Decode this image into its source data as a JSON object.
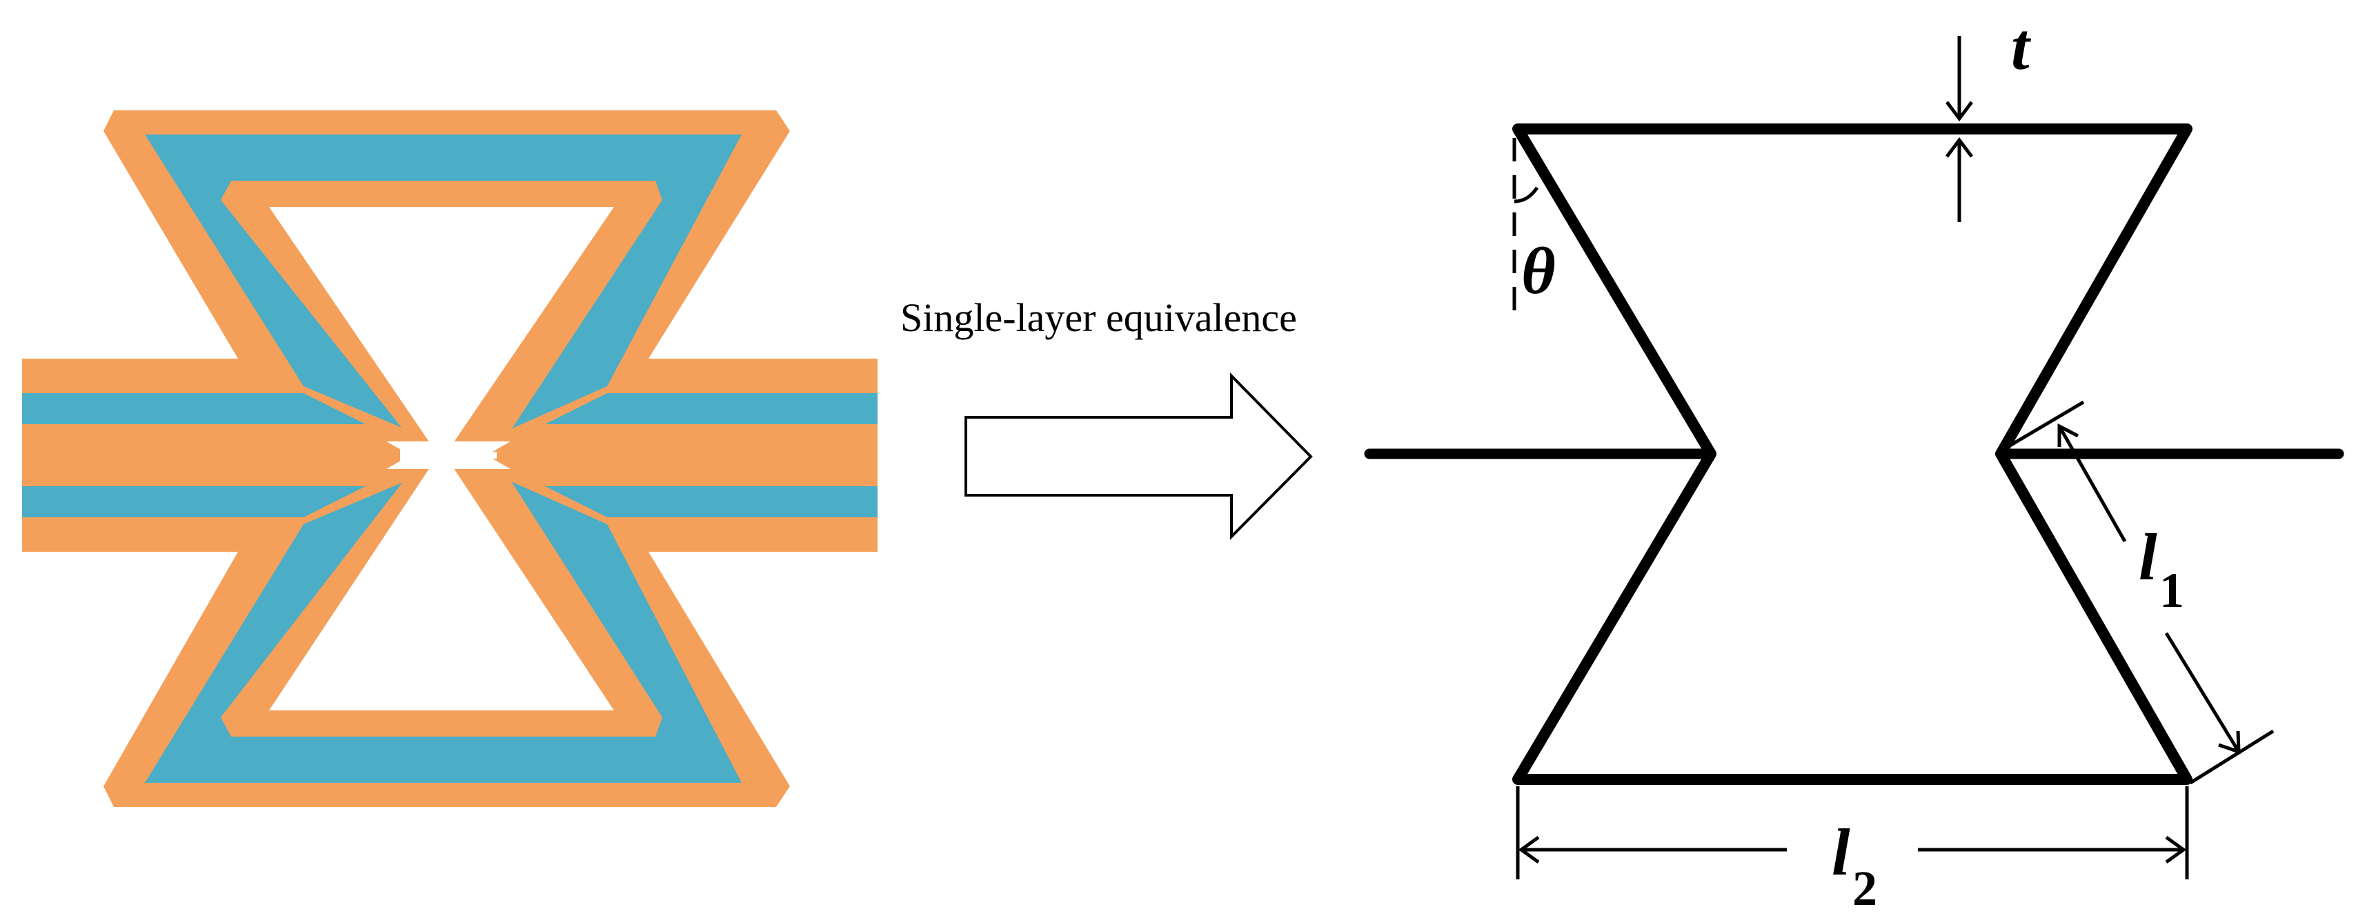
{
  "colors": {
    "outer_layer": "#F4A05A",
    "inner_layer": "#4BADC6",
    "lines": "#000000",
    "background": "#FFFFFF"
  },
  "caption": "Single-layer equivalence",
  "labels": {
    "thickness": "t",
    "angle": "θ",
    "l1_letter": "l",
    "l1_sub": "1",
    "l2_letter": "l",
    "l2_sub": "2"
  }
}
